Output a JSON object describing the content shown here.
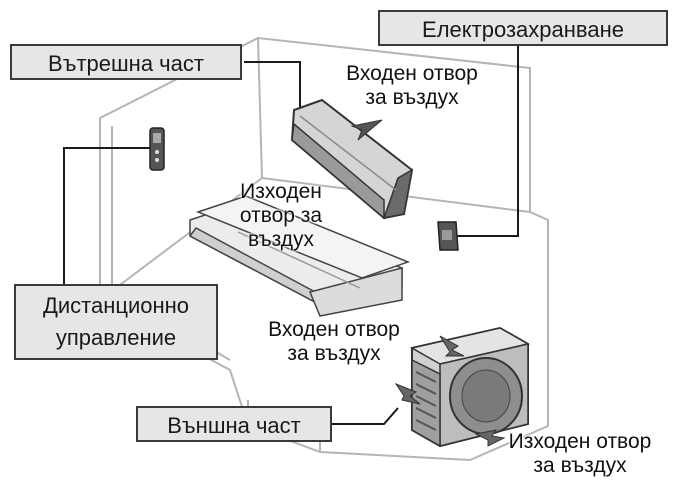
{
  "labels": {
    "indoor_unit": "Вътрешна част",
    "power_supply": "Електрозахранване",
    "remote_control_line1": "Дистанционно",
    "remote_control_line2": "управление",
    "outdoor_unit": "Външна част"
  },
  "annotations": {
    "indoor_air_inlet": {
      "line1": "Входен отвор",
      "line2": "за въздух"
    },
    "indoor_air_outlet": {
      "line1": "Изходен",
      "line2": "отвор за",
      "line3": "въздух"
    },
    "outdoor_air_inlet": {
      "line1": "Входен отвор",
      "line2": "за въздух"
    },
    "outdoor_air_outlet": {
      "line1": "Изходен отвор",
      "line2": "за въздух"
    }
  },
  "icons": {
    "indoor_unit": "wall-mounted-indoor-unit-icon",
    "outdoor_unit": "outdoor-condenser-unit-icon",
    "remote_holder": "remote-control-holder-icon",
    "power_socket": "power-socket-icon"
  }
}
